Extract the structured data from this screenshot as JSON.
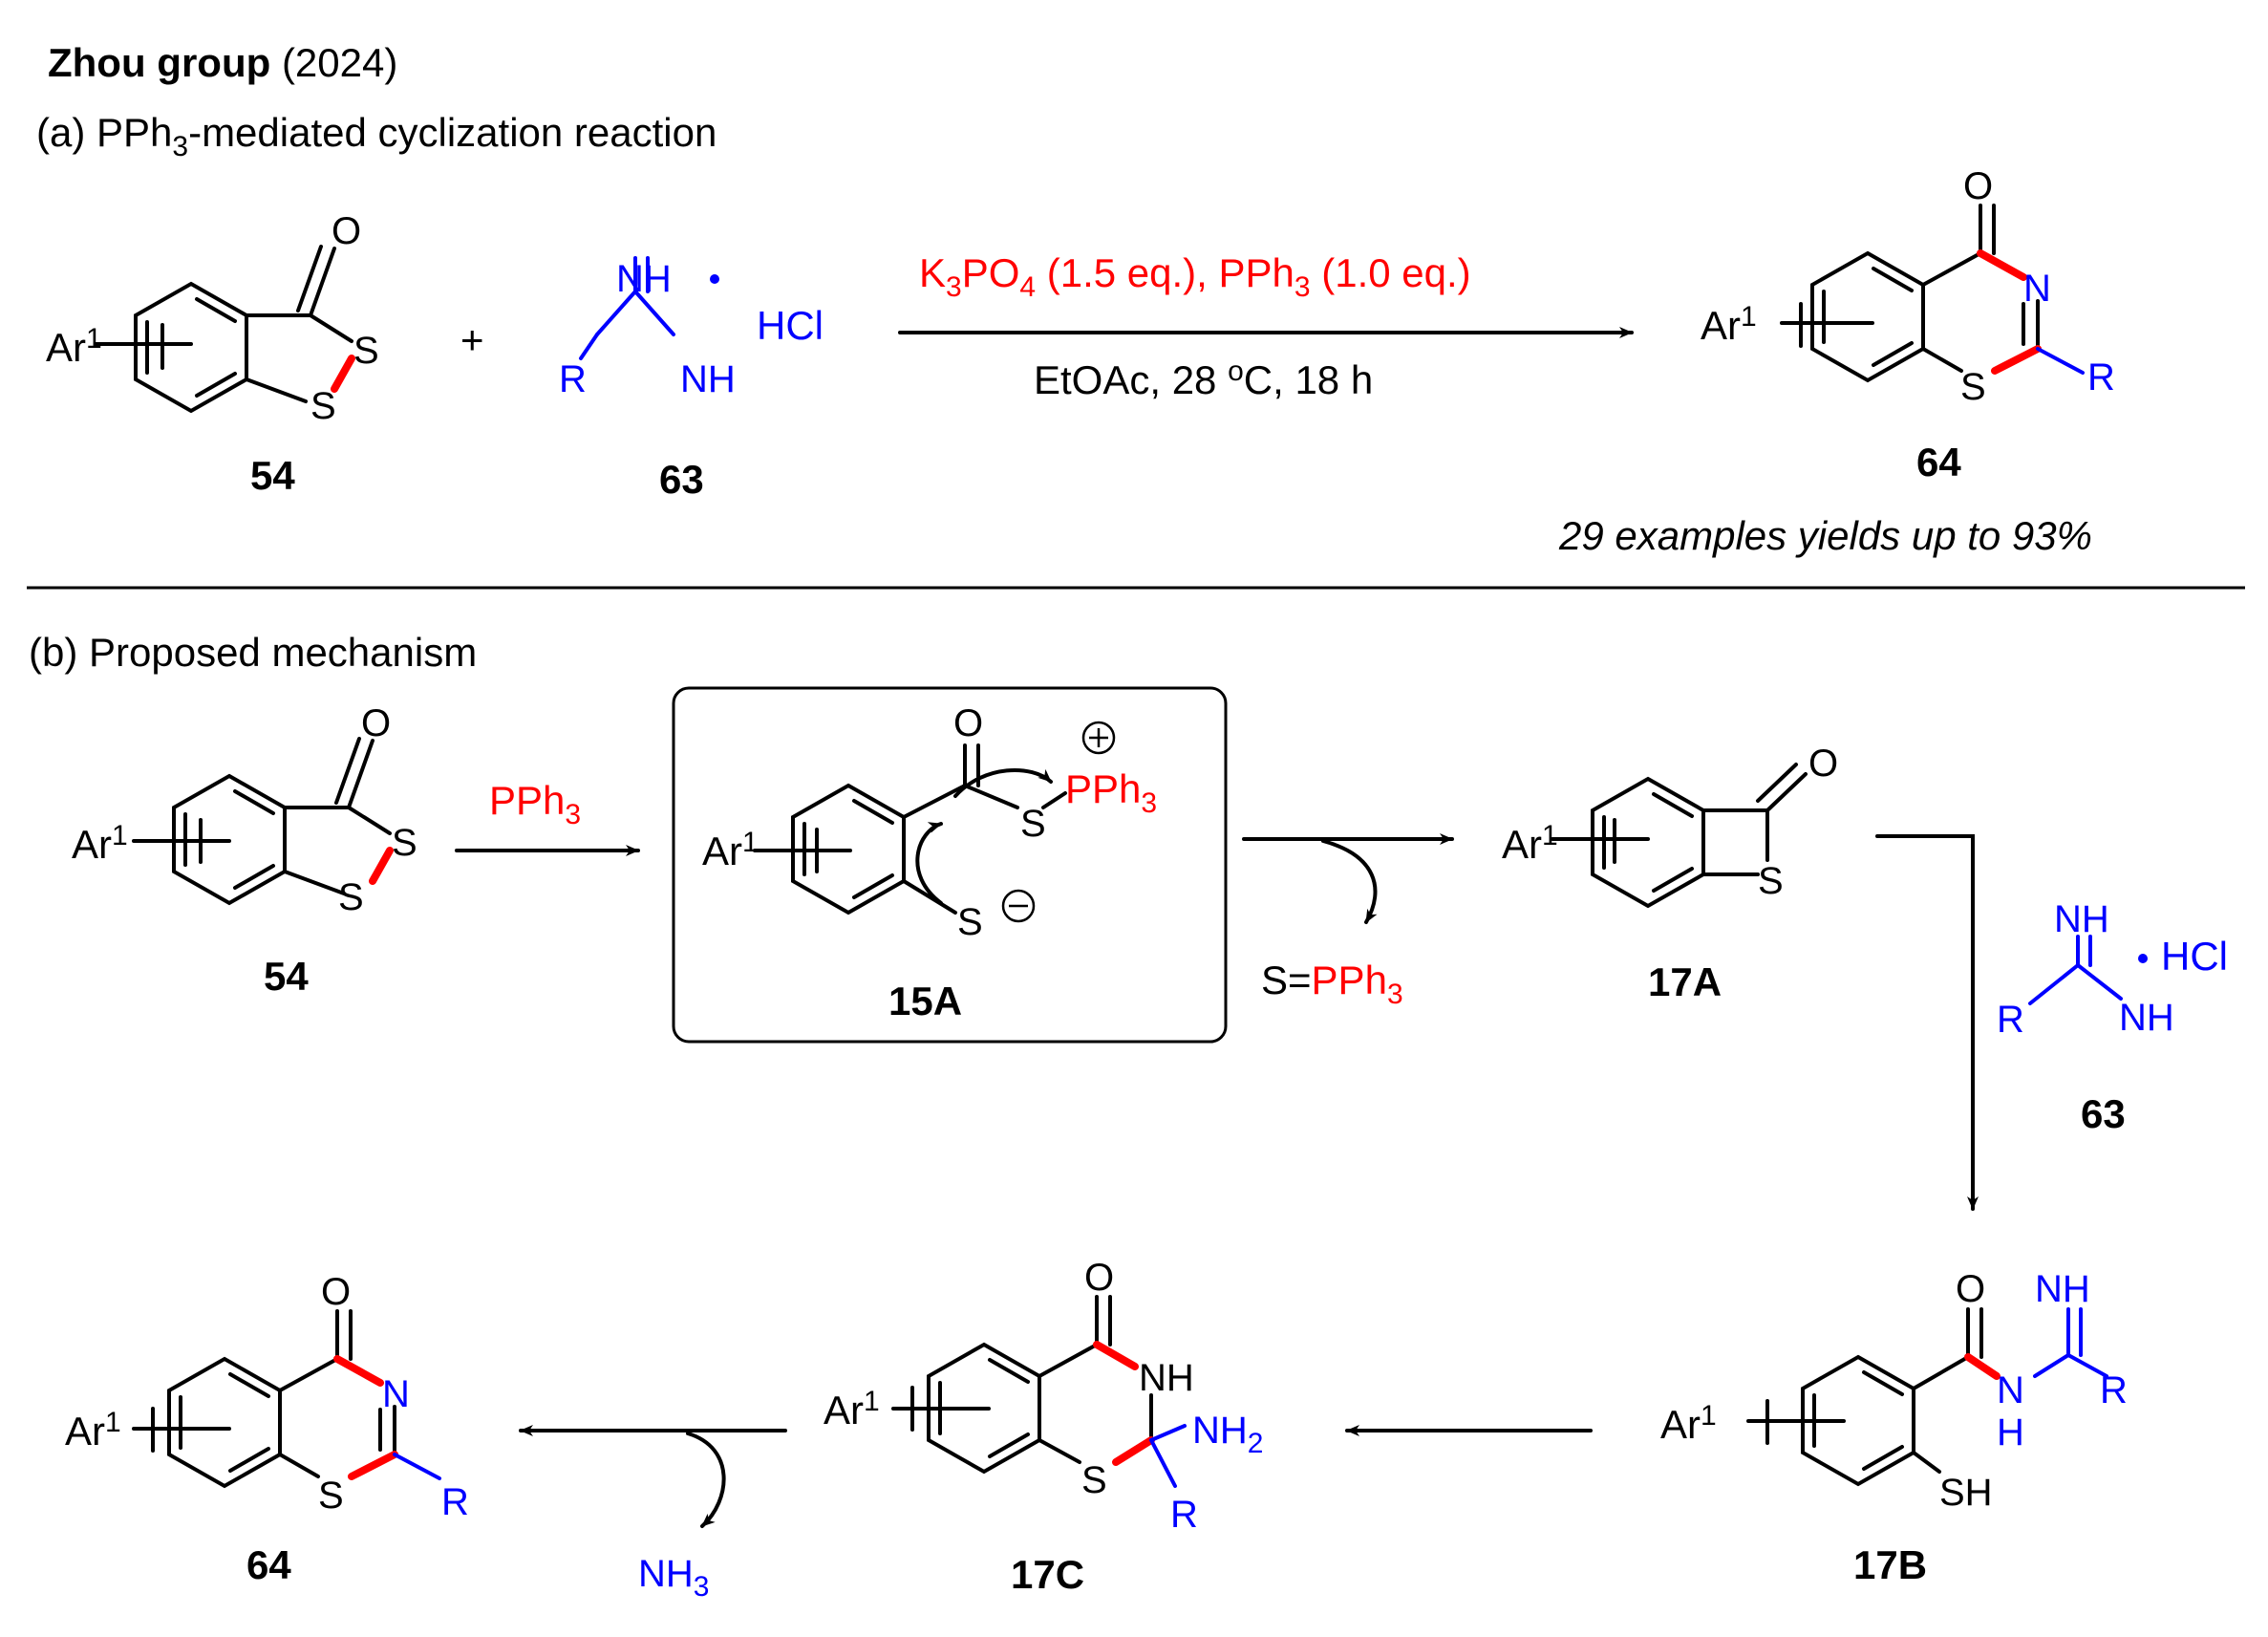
{
  "header": {
    "group": "Zhou group",
    "year": "(2024)",
    "part_a": "(a) PPh",
    "part_a_sub": "3",
    "part_a_rest": "-mediated cyclization reaction",
    "part_b": "(b) Proposed mechanism"
  },
  "labels": {
    "ar": "Ar",
    "ar_sup": "1",
    "o": "O",
    "s": "S",
    "n": "N",
    "r": "R",
    "nh": "NH",
    "hcl": "HCl",
    "sh": "SH",
    "plus": "+",
    "nh2": "NH",
    "sub2": "2",
    "nh3": "NH",
    "sub3": "3",
    "pph": "PPh",
    "s_eq": "S="
  },
  "compounds": {
    "c54": "54",
    "c63": "63",
    "c64": "64",
    "c15a": "15A",
    "c17a": "17A",
    "c17b": "17B",
    "c17c": "17C"
  },
  "conditions": {
    "reagent_k": "K",
    "reagent_k_sub": "3",
    "reagent_po": "PO",
    "reagent_po_sub": "4",
    "reagent_eq1": " (1.5 eq.), PPh",
    "reagent_pph_sub": "3",
    "reagent_eq2": " (1.0 eq.)",
    "solvent": "EtOAc, 28 ",
    "deg": "o",
    "solvent_rest": "C, 18 h",
    "yields": "29 examples yields up to 93%"
  },
  "colors": {
    "highlight": "#ff0000",
    "reagent": "#0000ff",
    "text": "#000000"
  }
}
